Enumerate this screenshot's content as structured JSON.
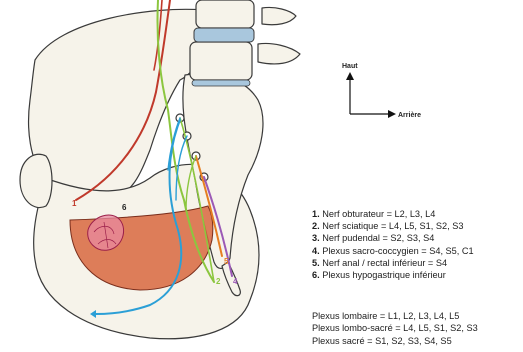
{
  "orientation": {
    "up_label": "Haut",
    "back_label": "Arrière"
  },
  "marker_labels": [
    "1",
    "6",
    "5",
    "2",
    "4"
  ],
  "legend": [
    {
      "num": "1.",
      "text": "Nerf obturateur = L2, L3, L4"
    },
    {
      "num": "2.",
      "text": "Nerf sciatique = L4, L5, S1, S2, S3"
    },
    {
      "num": "3.",
      "text": "Nerf pudendal = S2, S3, S4"
    },
    {
      "num": "4.",
      "text": "Plexus sacro-coccygien = S4, S5, C1"
    },
    {
      "num": "5.",
      "text": "Nerf anal / rectal inférieur = S4"
    },
    {
      "num": "6.",
      "text": "Plexus hypogastrique inférieur"
    }
  ],
  "plexus": [
    "Plexus lombaire = L1, L2, L3, L4, L5",
    "Plexus lombo-sacré = L4, L5, S1, S2, S3",
    "Plexus sacré = S1, S2, S3, S4, S5"
  ],
  "colors": {
    "bone_fill": "#f6f3ea",
    "outline": "#3a3a3a",
    "muscle": "#d8673f",
    "organ": "#e88aa0",
    "disc": "#a9c7dd",
    "obturator_nerve": "#c0392b",
    "sciatic_nerve": "#8cc63f",
    "pudendal_nerve": "#2b9fd6",
    "sacrococcygeal_plexus": "#9b59b6",
    "anal_nerve": "#e67e22"
  }
}
